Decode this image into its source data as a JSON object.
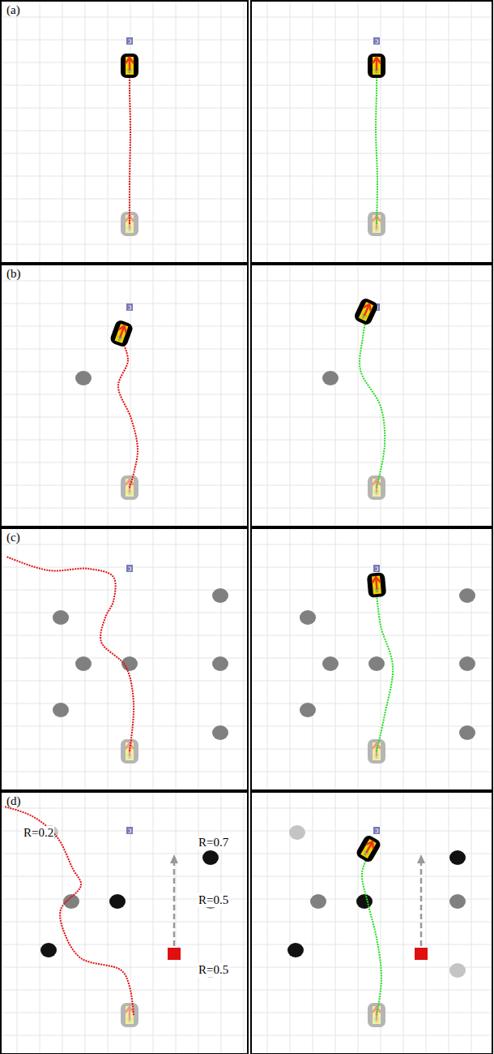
{
  "diagram": {
    "labels": [
      "(a)",
      "(b)",
      "(c)",
      "(d)",
      "R=0.2",
      "R=0.7",
      "R=0.5",
      "R=0.5"
    ]
  }
}
